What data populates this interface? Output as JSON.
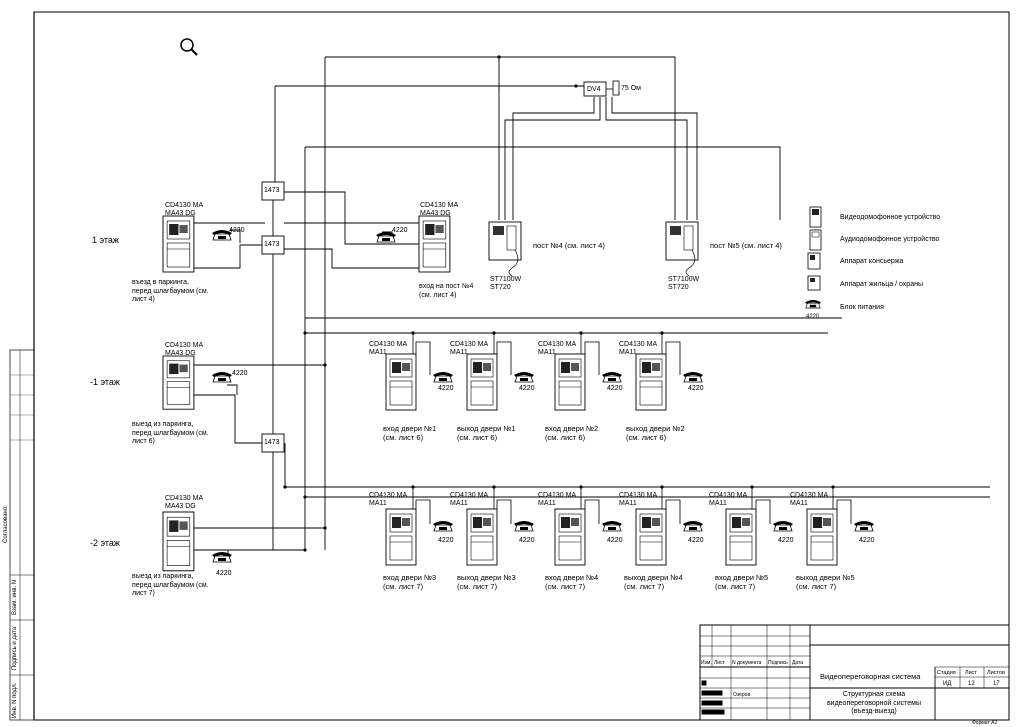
{
  "floors": {
    "f1": "1 этаж",
    "fm1": "-1 этаж",
    "fm2": "-2 этаж"
  },
  "model_top": {
    "l1": "CD4130 MA",
    "l2": "MA43 DG"
  },
  "model_apt": {
    "l1": "CD4130 MA",
    "l2": "MA11"
  },
  "psu": "4220",
  "splitter": "1473",
  "dv4": "DV4",
  "ohm": "75 Ом",
  "st": {
    "l1": "ST7100W",
    "l2": "ST720"
  },
  "posts": {
    "p4": "пост №4 (см. лист 4)",
    "p5": "пост №5 (см. лист 4)"
  },
  "captions": {
    "entry_f1": "въезд в паркинга, перед шлагбаумом (см. лист 4)",
    "post4": "вход на пост №4 (см. лист 4)",
    "exit_m1": "выезд из паркинга, перед шлагбаумом (см. лист 6)",
    "exit_m2": "выезд из паркинга, перед шлагбаумом (см. лист 7)"
  },
  "doors_m1": [
    {
      "a": "вход двери №1",
      "b": "(см. лист 6)"
    },
    {
      "a": "выход двери №1",
      "b": "(см. лист 6)"
    },
    {
      "a": "вход двери №2",
      "b": "(см. лист 6)"
    },
    {
      "a": "выход двери №2",
      "b": "(см. лист 6)"
    }
  ],
  "doors_m2": [
    {
      "a": "вход двери №3",
      "b": "(см. лист 7)"
    },
    {
      "a": "выход двери №3",
      "b": "(см. лист 7)"
    },
    {
      "a": "вход двери №4",
      "b": "(см. лист 7)"
    },
    {
      "a": "выход двери №4",
      "b": "(см. лист 7)"
    },
    {
      "a": "вход двери №5",
      "b": "(см. лист 7)"
    },
    {
      "a": "выход двери №5",
      "b": "(см. лист 7)"
    }
  ],
  "legend": {
    "video": "Видеодомофонное устройство",
    "audio": "Аудиодомофонное устройство",
    "concierge": "Аппарат консьержа",
    "resident": "Аппарат жильца / охраны",
    "psu": "Блок питания",
    "psu_code": "4220"
  },
  "titleblock": {
    "cols": [
      "Изм.",
      "Лист",
      "N документа",
      "Подпись",
      "Дата"
    ],
    "system": "Видеопереговорная система",
    "stage_h": "Стадия",
    "sheet_h": "Лист",
    "sheets_h": "Листов",
    "stage": "ИД",
    "sheet": "12",
    "sheets": "17",
    "title": "Структурная схема видеопереговорной системы (въезд-выезд)",
    "person": "Озеров",
    "format": "Формат А2"
  },
  "side": {
    "agreed": "Согласовано:",
    "inv": "Взам. инв. N",
    "sign": "Подпись и дата",
    "orig": "Инв. N подл."
  }
}
